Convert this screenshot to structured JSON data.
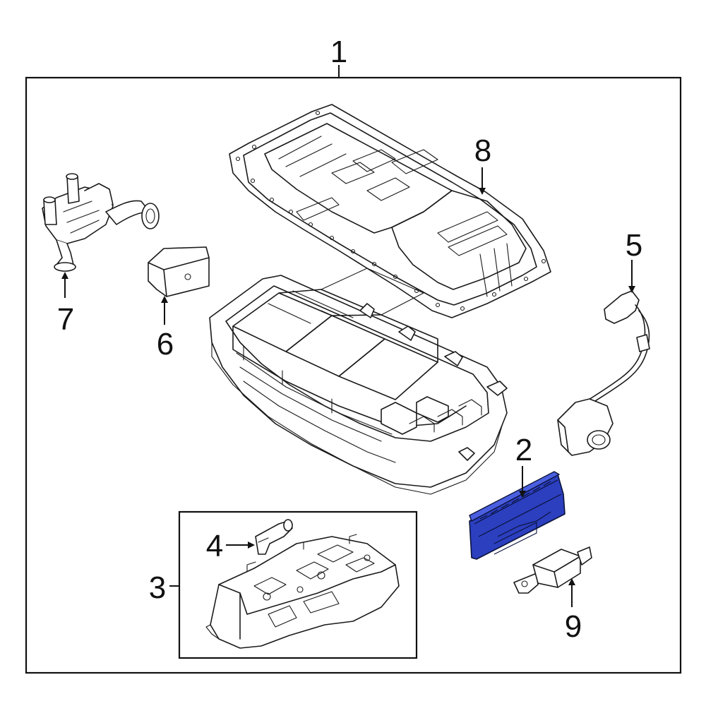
{
  "callouts": {
    "c1": "1",
    "c2": "2",
    "c3": "3",
    "c4": "4",
    "c5": "5",
    "c6": "6",
    "c7": "7",
    "c8": "8",
    "c9": "9"
  },
  "colors": {
    "highlight": "#2b3fbf",
    "line": "#1a1a1a",
    "background": "#ffffff"
  }
}
